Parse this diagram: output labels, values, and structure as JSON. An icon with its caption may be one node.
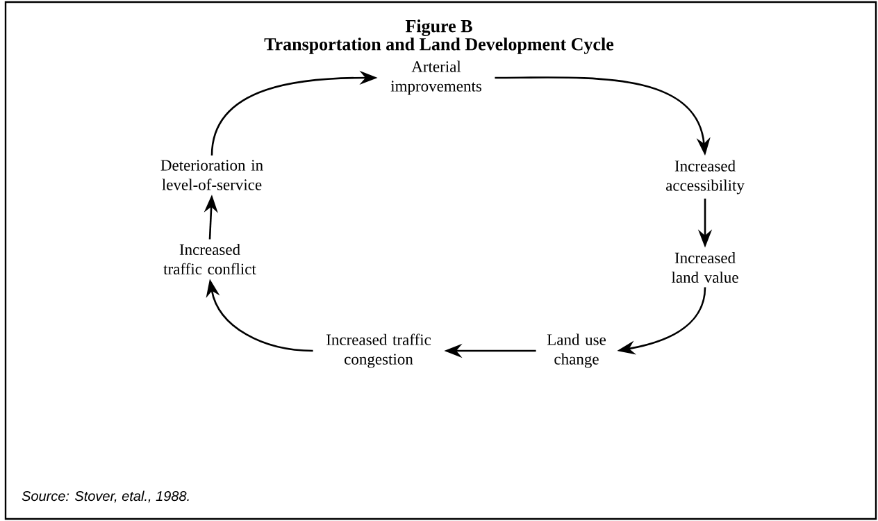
{
  "diagram": {
    "title": "Figure B",
    "caption": "Source: Stover, etal., 1988.",
    "labels": [
      "Transportation and Land Development Cycle"
    ],
    "nodes": [
      {
        "text": [
          "Arterial improvements"
        ]
      },
      {
        "text": [
          "Increased accessibility"
        ]
      },
      {
        "text": [
          "Increased land value"
        ]
      },
      {
        "text": [
          "Land use change"
        ]
      },
      {
        "text": [
          "Increased traffic congestion"
        ]
      },
      {
        "text": [
          "Increased traffic conflict"
        ]
      },
      {
        "text": [
          "Deterioration in level-of-service"
        ]
      }
    ],
    "edges": [
      {
        "from": 0,
        "to": 1,
        "arrow": "to"
      },
      {
        "from": 1,
        "to": 2,
        "arrow": "to"
      },
      {
        "from": 2,
        "to": 3,
        "arrow": "to"
      },
      {
        "from": 3,
        "to": 4,
        "arrow": "to"
      },
      {
        "from": 4,
        "to": 5,
        "arrow": "to"
      },
      {
        "from": 5,
        "to": 6,
        "arrow": "to"
      },
      {
        "from": 6,
        "to": 0,
        "arrow": "to"
      }
    ]
  }
}
